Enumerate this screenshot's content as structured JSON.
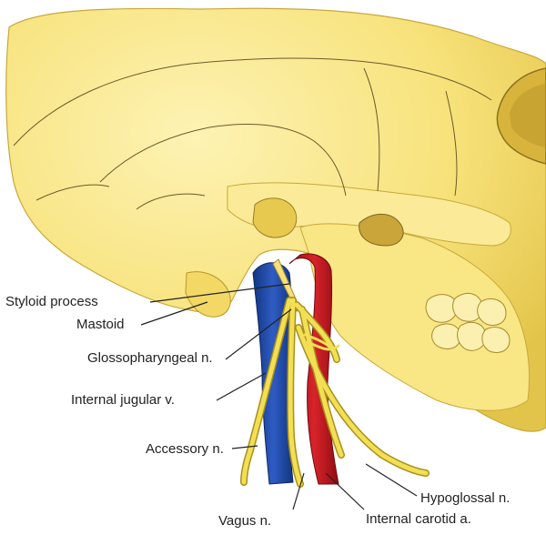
{
  "labels": {
    "styloid": "Styloid process",
    "mastoid": "Mastoid",
    "glossopharyngeal": "Glossopharyngeal n.",
    "jugular": "Internal jugular v.",
    "accessory": "Accessory n.",
    "vagus": "Vagus n.",
    "carotid": "Internal carotid a.",
    "hypoglossal": "Hypoglossal n."
  },
  "colors": {
    "bone": "#f7e27a",
    "bone_shadow": "#e3c44a",
    "bone_highlight": "#fdf3b4",
    "suture": "#6b5a2a",
    "vein": "#1f47a8",
    "artery": "#c4151c",
    "nerve": "#f3df55",
    "leader": "#222222"
  }
}
